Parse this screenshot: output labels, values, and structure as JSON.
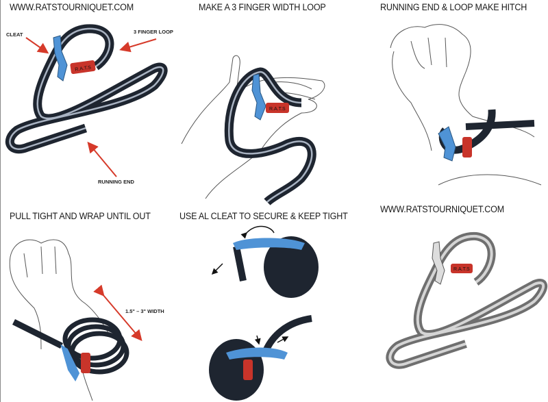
{
  "panels": [
    {
      "title": "WWW.RATSTOURNIQUET.COM",
      "labels": {
        "cleat": "CLEAT",
        "loop": "3 FINGER LOOP",
        "running_end": "RUNNING END"
      }
    },
    {
      "title": "MAKE A 3 FINGER WIDTH LOOP"
    },
    {
      "title": "RUNNING END & LOOP MAKE HITCH"
    },
    {
      "title": "PULL TIGHT AND WRAP UNTIL OUT",
      "labels": {
        "width": "1.5\" – 3\" WIDTH"
      }
    },
    {
      "title": "USE AL CLEAT TO SECURE & KEEP TIGHT"
    },
    {
      "title": "WWW.RATSTOURNIQUET.COM"
    }
  ],
  "tag_text": "R.A.T.S",
  "colors": {
    "strap": "#1e2530",
    "strap_highlight": "#a9b3c2",
    "cleat": "#4f93d6",
    "tag": "#c8342a",
    "arrow": "#d63a2a",
    "gray_strap": "#8a8a8a"
  }
}
